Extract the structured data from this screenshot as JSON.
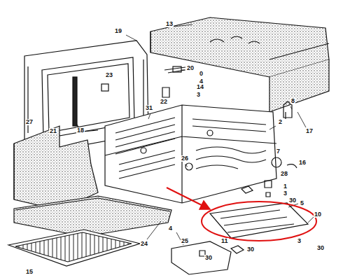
{
  "diagram": {
    "labels": [
      "19",
      "13",
      "20",
      "0",
      "4",
      "23",
      "22",
      "14",
      "3",
      "8",
      "17",
      "31",
      "21",
      "18",
      "27",
      "2",
      "7",
      "16",
      "26",
      "28",
      "1",
      "3",
      "30",
      "5",
      "10",
      "3",
      "15",
      "24",
      "4",
      "25",
      "30",
      "11",
      "30",
      "30"
    ]
  }
}
